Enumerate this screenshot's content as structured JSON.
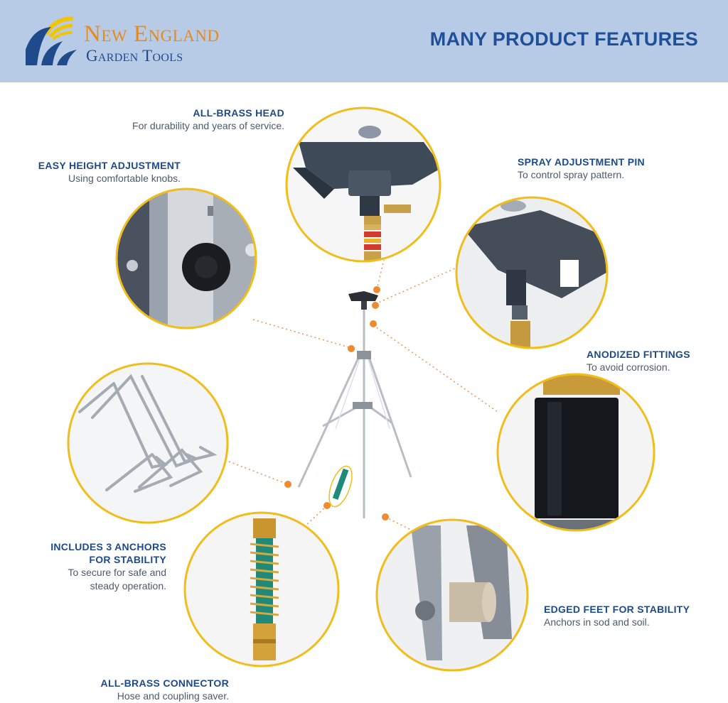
{
  "brand": {
    "line1": "New England",
    "line2": "Garden Tools",
    "colors": {
      "orange": "#e8891c",
      "blue": "#1f4a8c",
      "yellow": "#f2c500"
    }
  },
  "header": {
    "title": "MANY PRODUCT FEATURES",
    "background": "#b8cbe6"
  },
  "features": {
    "brass_head": {
      "title": "ALL-BRASS HEAD",
      "desc": "For durability and years of service."
    },
    "height": {
      "title": "EASY HEIGHT ADJUSTMENT",
      "desc": "Using comfortable knobs."
    },
    "spray_pin": {
      "title": "SPRAY ADJUSTMENT PIN",
      "desc": "To control spray pattern."
    },
    "fittings": {
      "title": "ANODIZED FITTINGS",
      "desc": "To avoid corrosion."
    },
    "anchors": {
      "title_1": "INCLUDES 3 ANCHORS",
      "title_2": "FOR STABILITY",
      "desc_1": "To secure for safe and",
      "desc_2": "steady operation."
    },
    "feet": {
      "title": "EDGED FEET FOR STABILITY",
      "desc": "Anchors in sod and soil."
    },
    "connector": {
      "title": "ALL-BRASS CONNECTOR",
      "desc": "Hose and coupling saver."
    }
  },
  "accent_colors": {
    "ring": "#f0bd1a",
    "dot": "#ef8a2e",
    "title": "#1d4a8b"
  }
}
